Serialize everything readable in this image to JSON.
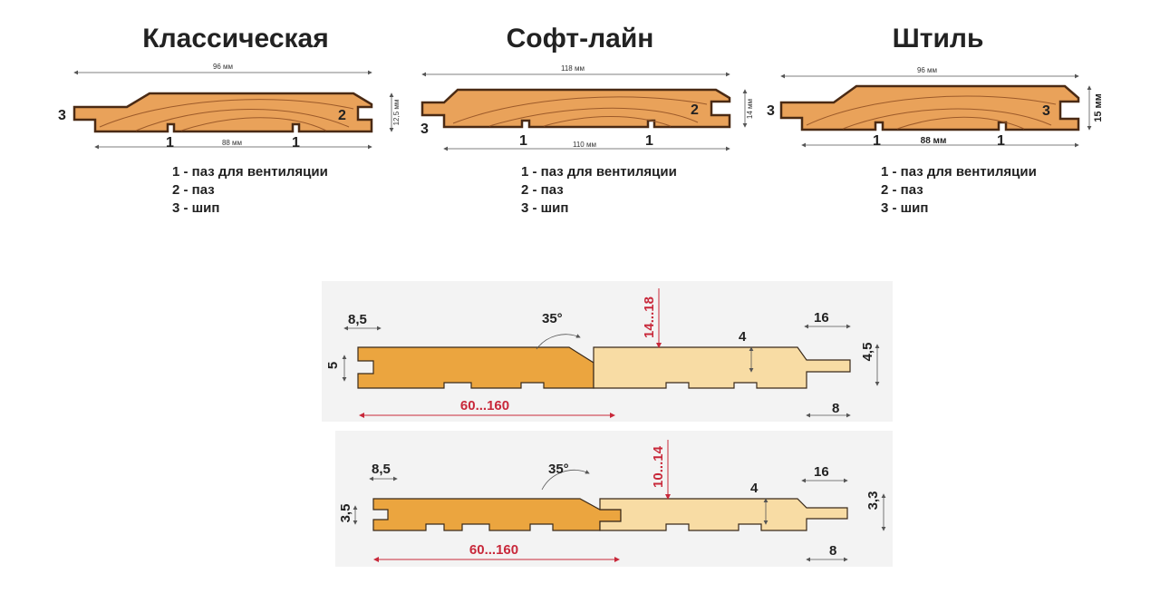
{
  "profiles": [
    {
      "title": "Классическая",
      "width_top": "96 мм",
      "width_bottom": "88 мм",
      "thickness": "12,5 мм",
      "label_tongue": "3",
      "label_groove": "2",
      "label_vent": "1",
      "legend": [
        "1 - паз для вентиляции",
        "2 - паз",
        "3 - шип"
      ]
    },
    {
      "title": "Софт-лайн",
      "width_top": "118 мм",
      "width_bottom": "110 мм",
      "thickness": "14 мм",
      "label_tongue": "3",
      "label_groove": "2",
      "label_vent": "1",
      "legend": [
        "1 - паз для вентиляции",
        "2 - паз",
        "3 - шип"
      ]
    },
    {
      "title": "Штиль",
      "width_top": "96 мм",
      "width_bottom": "88 мм",
      "thickness": "15 мм",
      "label_tongue": "3",
      "label_groove": "3",
      "label_vent": "1",
      "legend": [
        "1 - паз для вентиляции",
        "2 - паз",
        "3 - шип"
      ]
    }
  ],
  "joints": [
    {
      "tongue_offset": "8,5",
      "angle": "35°",
      "thickness_range": "14...18",
      "groove_depth_right": "4",
      "tongue_length": "16",
      "tongue_thickness": "4,5",
      "groove_left": "5",
      "width_range": "60...160",
      "bottom_step": "8"
    },
    {
      "tongue_offset": "8,5",
      "angle": "35°",
      "thickness_range": "10...14",
      "groove_depth_right": "4",
      "tongue_length": "16",
      "tongue_thickness": "3,3",
      "groove_left": "3,5",
      "width_range": "60...160",
      "bottom_step": "8"
    }
  ],
  "colors": {
    "dimension_red": "#c8283a",
    "board_dark": "#eba53f",
    "board_light": "#f8dca4",
    "profile_wood": "#e9a25a"
  }
}
